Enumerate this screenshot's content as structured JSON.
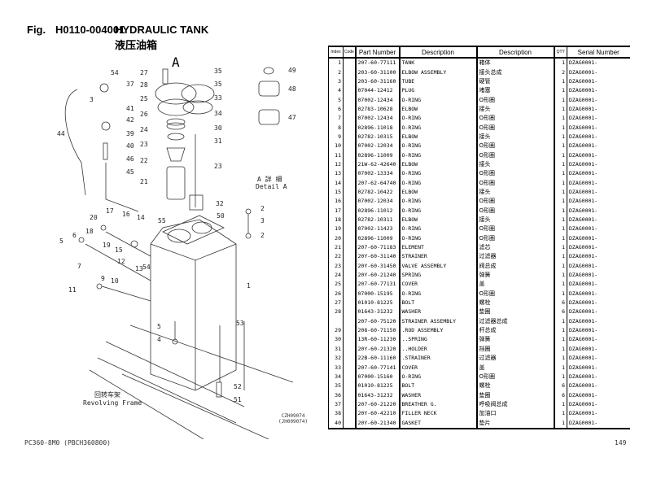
{
  "figure": {
    "prefix": "Fig.",
    "number": "H0110-004001",
    "title": "HYDRAULIC TANK",
    "title_cn": "液压油箱"
  },
  "diagram": {
    "detail_marker": "A",
    "detail_label_cn": "A 詳 細",
    "detail_label_en": "Detail A",
    "frame_label_cn": "回转车架",
    "frame_label_en": "Revolving Frame",
    "ref_code_1": "CZH09074",
    "ref_code_2": "(JH009074)",
    "callouts": [
      "54",
      "37",
      "3",
      "41",
      "42",
      "39",
      "40",
      "46",
      "45",
      "44",
      "27",
      "28",
      "25",
      "26",
      "24",
      "23",
      "22",
      "21",
      "35",
      "35",
      "33",
      "34",
      "30",
      "31",
      "23",
      "49",
      "48",
      "47",
      "32",
      "2",
      "3",
      "2",
      "50",
      "55",
      "14",
      "17",
      "16",
      "20",
      "18",
      "19",
      "15",
      "12",
      "13",
      "54",
      "6",
      "5",
      "7",
      "9",
      "10",
      "11",
      "1",
      "5",
      "4",
      "53",
      "52",
      "51"
    ]
  },
  "table": {
    "headers": {
      "index": "Index",
      "code": "Code",
      "part_number": "Part Number",
      "description": "Description",
      "description_cn": "Description",
      "qty": "QTY",
      "serial": "Serial Number"
    },
    "rows": [
      {
        "index": "1",
        "part": "207-60-77111",
        "desc": "TANK",
        "cn": "箱体",
        "qty": "1",
        "serial": "DZAG0001-"
      },
      {
        "index": "2",
        "part": "203-60-31100",
        "desc": "ELBOW ASSEMBLY",
        "cn": "接头总成",
        "qty": "2",
        "serial": "DZAG0001-"
      },
      {
        "index": "3",
        "part": "203-60-31160",
        "desc": "TUBE",
        "cn": "硬管",
        "qty": "1",
        "serial": "DZAG0001-"
      },
      {
        "index": "4",
        "part": "07044-12412",
        "desc": "PLUG",
        "cn": "堵塞",
        "qty": "1",
        "serial": "DZAG0001-"
      },
      {
        "index": "5",
        "part": "07002-12434",
        "desc": "O-RING",
        "cn": "O形圈",
        "qty": "1",
        "serial": "DZAG0001-"
      },
      {
        "index": "6",
        "part": "02783-10628",
        "desc": "ELBOW",
        "cn": "接头",
        "qty": "1",
        "serial": "DZAG0001-"
      },
      {
        "index": "7",
        "part": "07002-12434",
        "desc": "O-RING",
        "cn": "O形圈",
        "qty": "1",
        "serial": "DZAG0001-"
      },
      {
        "index": "8",
        "part": "02896-11018",
        "desc": "O-RING",
        "cn": "O形圈",
        "qty": "1",
        "serial": "DZAG0001-"
      },
      {
        "index": "9",
        "part": "02782-10315",
        "desc": "ELBOW",
        "cn": "接头",
        "qty": "1",
        "serial": "DZAG0001-"
      },
      {
        "index": "10",
        "part": "07002-12034",
        "desc": "O-RING",
        "cn": "O形圈",
        "qty": "1",
        "serial": "DZAG0001-"
      },
      {
        "index": "11",
        "part": "02896-11009",
        "desc": "O-RING",
        "cn": "O形圈",
        "qty": "1",
        "serial": "DZAG0001-"
      },
      {
        "index": "12",
        "part": "21W-62-42640",
        "desc": "ELBOW",
        "cn": "接头",
        "qty": "1",
        "serial": "DZAG0001-"
      },
      {
        "index": "13",
        "part": "07002-13334",
        "desc": "O-RING",
        "cn": "O形圈",
        "qty": "1",
        "serial": "DZAG0001-"
      },
      {
        "index": "14",
        "part": "207-62-64740",
        "desc": "O-RING",
        "cn": "O形圈",
        "qty": "1",
        "serial": "DZAG0001-"
      },
      {
        "index": "15",
        "part": "02782-10422",
        "desc": "ELBOW",
        "cn": "接头",
        "qty": "1",
        "serial": "DZAG0001-"
      },
      {
        "index": "16",
        "part": "07002-12034",
        "desc": "O-RING",
        "cn": "O形圈",
        "qty": "1",
        "serial": "DZAG0001-"
      },
      {
        "index": "17",
        "part": "02896-11012",
        "desc": "O-RING",
        "cn": "O形圈",
        "qty": "1",
        "serial": "DZAG0001-"
      },
      {
        "index": "18",
        "part": "02782-10311",
        "desc": "ELBOW",
        "cn": "接头",
        "qty": "1",
        "serial": "DZAG0001-"
      },
      {
        "index": "19",
        "part": "07002-11423",
        "desc": "O-RING",
        "cn": "O形圈",
        "qty": "1",
        "serial": "DZAG0001-"
      },
      {
        "index": "20",
        "part": "02896-11009",
        "desc": "O-RING",
        "cn": "O形圈",
        "qty": "1",
        "serial": "DZAG0001-"
      },
      {
        "index": "21",
        "part": "207-60-71183",
        "desc": "ELEMENT",
        "cn": "滤芯",
        "qty": "1",
        "serial": "DZAG0001-"
      },
      {
        "index": "22",
        "part": "20Y-60-31140",
        "desc": "STRAINER",
        "cn": "过滤器",
        "qty": "1",
        "serial": "DZAG0001-"
      },
      {
        "index": "23",
        "part": "20Y-60-31450",
        "desc": "VALVE ASSEMBLY",
        "cn": "阀总成",
        "qty": "1",
        "serial": "DZAG0001-"
      },
      {
        "index": "24",
        "part": "20Y-60-21240",
        "desc": "SPRING",
        "cn": "弹簧",
        "qty": "1",
        "serial": "DZAG0001-"
      },
      {
        "index": "25",
        "part": "207-60-77131",
        "desc": "COVER",
        "cn": "盖",
        "qty": "1",
        "serial": "DZAG0001-"
      },
      {
        "index": "26",
        "part": "07000-15195",
        "desc": "O-RING",
        "cn": "O形圈",
        "qty": "1",
        "serial": "DZAG0001-"
      },
      {
        "index": "27",
        "part": "01010-81225",
        "desc": "BOLT",
        "cn": "螺栓",
        "qty": "6",
        "serial": "DZAG0001-"
      },
      {
        "index": "28",
        "part": "01643-31232",
        "desc": "WASHER",
        "cn": "垫圈",
        "qty": "6",
        "serial": "DZAG0001-"
      },
      {
        "index": "",
        "part": "207-60-75120",
        "desc": "STRAINER ASSEMBLY",
        "cn": "过滤器总成",
        "qty": "1",
        "serial": "DZAG0001-"
      },
      {
        "index": "29",
        "part": "208-60-71150",
        "desc": ".ROD ASSEMBLY",
        "cn": "杆总成",
        "qty": "1",
        "serial": "DZAG0001-"
      },
      {
        "index": "30",
        "part": "13R-60-11230",
        "desc": "..SPRING",
        "cn": "弹簧",
        "qty": "1",
        "serial": "DZAG0001-"
      },
      {
        "index": "31",
        "part": "20Y-60-21320",
        "desc": "..HOLDER",
        "cn": "挡圈",
        "qty": "1",
        "serial": "DZAG0001-"
      },
      {
        "index": "32",
        "part": "22B-60-11160",
        "desc": ".STRAINER",
        "cn": "过滤器",
        "qty": "1",
        "serial": "DZAG0001-"
      },
      {
        "index": "33",
        "part": "207-60-77141",
        "desc": "COVER",
        "cn": "盖",
        "qty": "1",
        "serial": "DZAG0001-"
      },
      {
        "index": "34",
        "part": "07000-15160",
        "desc": "O-RING",
        "cn": "O形圈",
        "qty": "1",
        "serial": "DZAG0001-"
      },
      {
        "index": "35",
        "part": "01010-81225",
        "desc": "BOLT",
        "cn": "螺栓",
        "qty": "6",
        "serial": "DZAG0001-"
      },
      {
        "index": "36",
        "part": "01643-31232",
        "desc": "WASHER",
        "cn": "垫圈",
        "qty": "6",
        "serial": "DZAG0001-"
      },
      {
        "index": "37",
        "part": "207-60-21220",
        "desc": "BREATHER G.",
        "cn": "呼吸阀总成",
        "qty": "1",
        "serial": "DZAG0001-"
      },
      {
        "index": "38",
        "part": "20Y-60-42210",
        "desc": "FILLER NECK",
        "cn": "加油口",
        "qty": "1",
        "serial": "DZAG0001-"
      },
      {
        "index": "40",
        "part": "20Y-60-21340",
        "desc": "GASKET",
        "cn": "垫片",
        "qty": "1",
        "serial": "DZAG0001-"
      }
    ]
  },
  "footer": {
    "model": "PC360-8M0 (PBCH360800)",
    "page": "149"
  }
}
